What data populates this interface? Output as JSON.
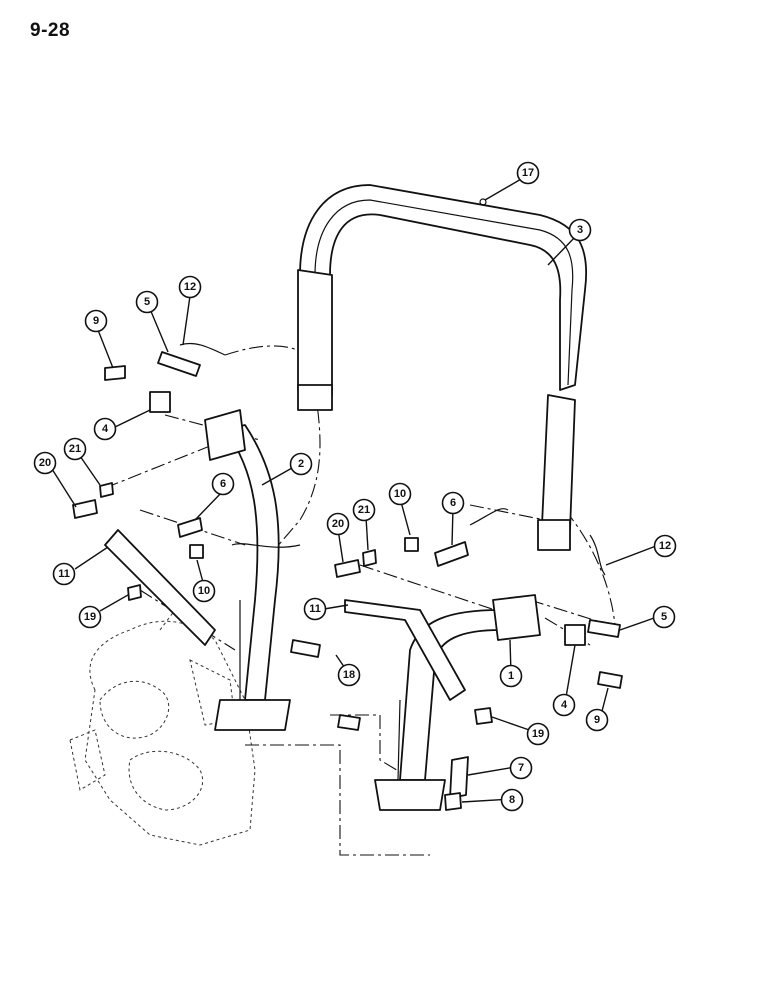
{
  "page": {
    "number": "9-28"
  },
  "callouts": [
    {
      "id": "c17",
      "label": "17"
    },
    {
      "id": "c3",
      "label": "3"
    },
    {
      "id": "c12a",
      "label": "12"
    },
    {
      "id": "c5a",
      "label": "5"
    },
    {
      "id": "c9a",
      "label": "9"
    },
    {
      "id": "c4a",
      "label": "4"
    },
    {
      "id": "c21a",
      "label": "21"
    },
    {
      "id": "c20a",
      "label": "20"
    },
    {
      "id": "c2",
      "label": "2"
    },
    {
      "id": "c6a",
      "label": "6"
    },
    {
      "id": "c11a",
      "label": "11"
    },
    {
      "id": "c10a",
      "label": "10"
    },
    {
      "id": "c19a",
      "label": "19"
    },
    {
      "id": "c10b",
      "label": "10"
    },
    {
      "id": "c6b",
      "label": "6"
    },
    {
      "id": "c20b",
      "label": "20"
    },
    {
      "id": "c21b",
      "label": "21"
    },
    {
      "id": "c12b",
      "label": "12"
    },
    {
      "id": "c11b",
      "label": "11"
    },
    {
      "id": "c5b",
      "label": "5"
    },
    {
      "id": "c18",
      "label": "18"
    },
    {
      "id": "c1",
      "label": "1"
    },
    {
      "id": "c4b",
      "label": "4"
    },
    {
      "id": "c9b",
      "label": "9"
    },
    {
      "id": "c19b",
      "label": "19"
    },
    {
      "id": "c7",
      "label": "7"
    },
    {
      "id": "c8",
      "label": "8"
    }
  ]
}
